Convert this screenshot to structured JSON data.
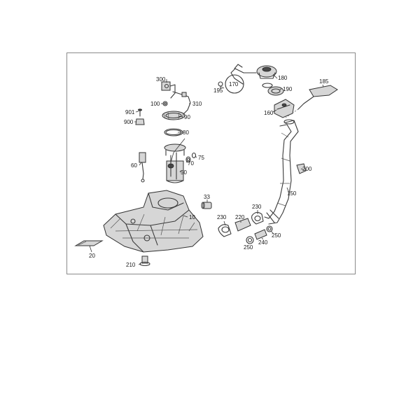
{
  "diagram": {
    "callouts": [
      {
        "id": "c300",
        "label": "300"
      },
      {
        "id": "c310",
        "label": "310"
      },
      {
        "id": "c100",
        "label": "100"
      },
      {
        "id": "c90",
        "label": "90"
      },
      {
        "id": "c901",
        "label": "901"
      },
      {
        "id": "c900",
        "label": "900"
      },
      {
        "id": "c80",
        "label": "80"
      },
      {
        "id": "c75",
        "label": "75"
      },
      {
        "id": "c70",
        "label": "70"
      },
      {
        "id": "c60",
        "label": "60"
      },
      {
        "id": "c50",
        "label": "50"
      },
      {
        "id": "c10",
        "label": "10"
      },
      {
        "id": "c33",
        "label": "33"
      },
      {
        "id": "c20",
        "label": "20"
      },
      {
        "id": "c210",
        "label": "210"
      },
      {
        "id": "c195",
        "label": "195"
      },
      {
        "id": "c170",
        "label": "170"
      },
      {
        "id": "c180",
        "label": "180"
      },
      {
        "id": "c190",
        "label": "190"
      },
      {
        "id": "c185",
        "label": "185"
      },
      {
        "id": "c160",
        "label": "160"
      },
      {
        "id": "c200",
        "label": "200"
      },
      {
        "id": "c150",
        "label": "150"
      },
      {
        "id": "c230a",
        "label": "230"
      },
      {
        "id": "c220",
        "label": "220"
      },
      {
        "id": "c230b",
        "label": "230"
      },
      {
        "id": "c250a",
        "label": "250"
      },
      {
        "id": "c240",
        "label": "240"
      },
      {
        "id": "c250b",
        "label": "250"
      }
    ]
  }
}
